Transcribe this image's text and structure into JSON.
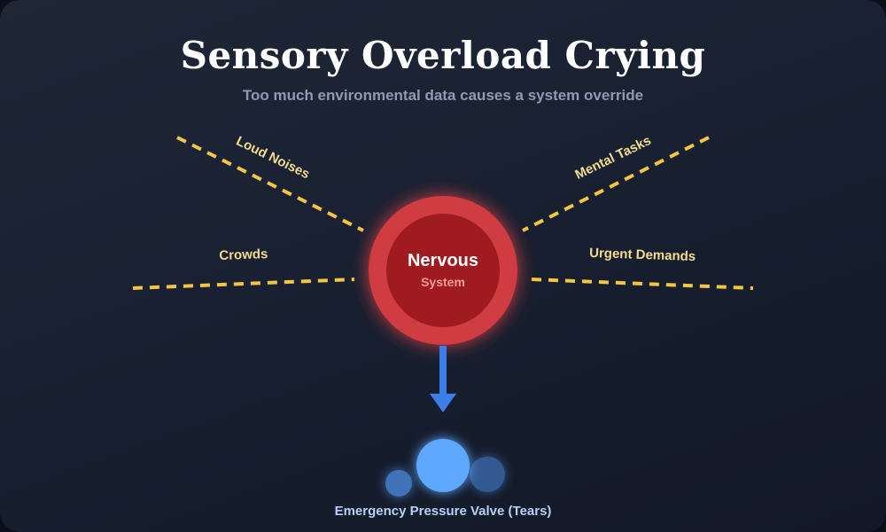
{
  "title": "Sensory Overload Crying",
  "subtitle": "Too much environmental data causes a system override",
  "inputs": [
    {
      "label": "Loud Noises"
    },
    {
      "label": "Mental Tasks"
    },
    {
      "label": "Crowds"
    },
    {
      "label": "Urgent Demands"
    }
  ],
  "core": {
    "title": "Nervous",
    "subtitle": "System"
  },
  "output": {
    "label": "Emergency Pressure Valve (Tears)"
  },
  "colors": {
    "accent_line": "#f4c542",
    "core_outer": "#cf3d43",
    "core_inner": "#9f1b1f",
    "arrow": "#3e7ee8",
    "tears": "#5ea8ff"
  }
}
